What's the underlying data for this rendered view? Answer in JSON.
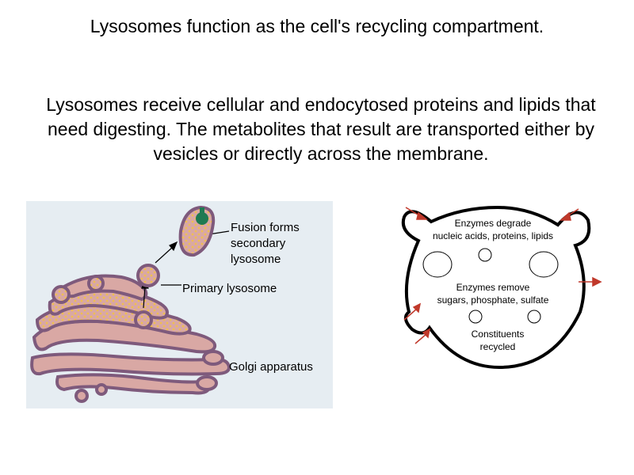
{
  "title": "Lysosomes function as the cell's recycling compartment.",
  "body_text": "Lysosomes receive cellular and endocytosed proteins and lipids that need digesting. The metabolites that result are transported either by vesicles or directly across the membrane.",
  "left_diagram": {
    "labels": {
      "fusion_line1": "Fusion forms",
      "fusion_line2": "secondary",
      "fusion_line3": "lysosome",
      "primary": "Primary lysosome",
      "golgi": "Golgi apparatus"
    },
    "colors": {
      "background": "#e6edf2",
      "membrane": "#7e5a7c",
      "lumen": "#d9a8a4",
      "granules": "#f0c04a",
      "vacuole": "#1f7a52"
    }
  },
  "right_diagram": {
    "labels": {
      "enzymes_degrade_line1": "Enzymes degrade",
      "enzymes_degrade_line2": "nucleic acids, proteins, lipids",
      "enzymes_remove_line1": "Enzymes remove",
      "enzymes_remove_line2": "sugars, phosphate, sulfate",
      "constituents_line1": "Constituents",
      "constituents_line2": "recycled"
    },
    "colors": {
      "arrow": "#c0392b",
      "outline": "#000000"
    }
  }
}
